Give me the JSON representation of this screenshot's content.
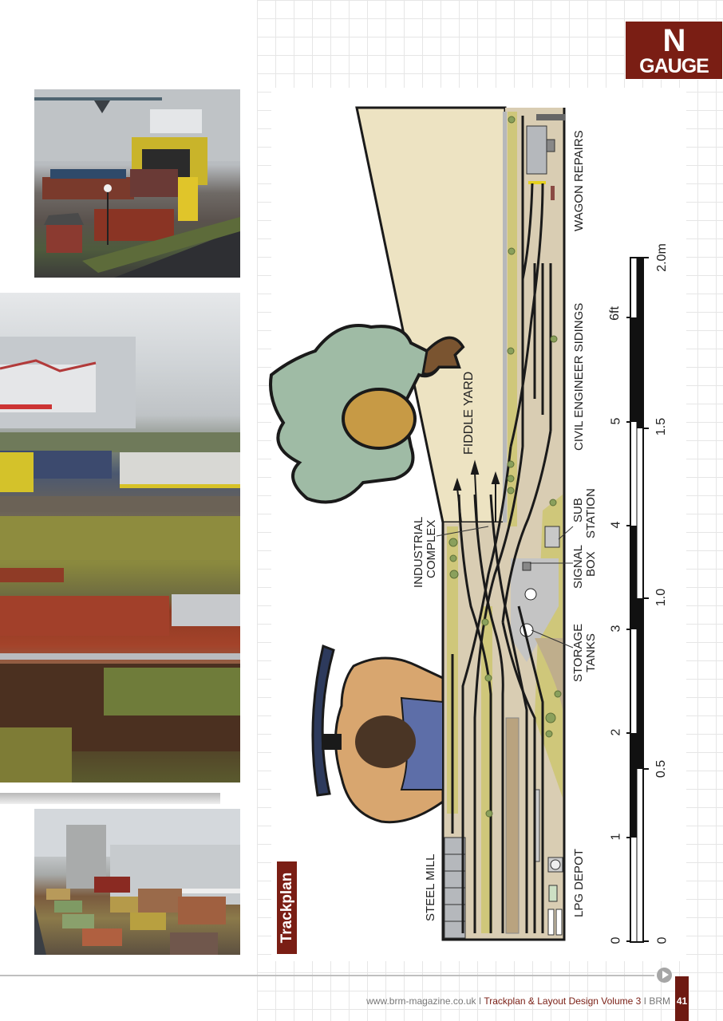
{
  "badge": {
    "line1": "N",
    "line2": "GAUGE"
  },
  "section_tab": "Trackplan",
  "photos": [
    {
      "name": "wagon-repair-photo"
    },
    {
      "name": "industrial-bridge-photo"
    },
    {
      "name": "sidings-photo"
    }
  ],
  "trackplan": {
    "labels": {
      "wagon_repairs": "WAGON REPAIRS",
      "civil_engineer_sidings": "CIVIL ENGINEER SIDINGS",
      "fiddle_yard": "FIDDLE YARD",
      "sub_station_1": "SUB",
      "sub_station_2": "STATION",
      "signal_box_1": "SIGNAL",
      "signal_box_2": "BOX",
      "storage_tanks_1": "STORAGE",
      "storage_tanks_2": "TANKS",
      "industrial_complex_1": "INDUSTRIAL",
      "industrial_complex_2": "COMPLEX",
      "steel_mill": "STEEL MILL",
      "lpg_depot": "LPG DEPOT"
    },
    "colors": {
      "board": "#d9cdb3",
      "fiddle_yard": "#ede3c2",
      "grass": "#c9c276",
      "track": "#1e1e1e",
      "building": "#b5b8bc"
    }
  },
  "scale_bar": {
    "feet_ticks": [
      "0",
      "1",
      "2",
      "3",
      "4",
      "5",
      "6ft"
    ],
    "metre_ticks": [
      "0",
      "0.5",
      "1.0",
      "1.5",
      "2.0m"
    ]
  },
  "footer": {
    "url": "www.brm-magazine.co.uk",
    "sep1": " I ",
    "title": "Trackplan & Layout Design Volume 3",
    "sep2": " I ",
    "brand": "BRM",
    "page_number": "41"
  }
}
